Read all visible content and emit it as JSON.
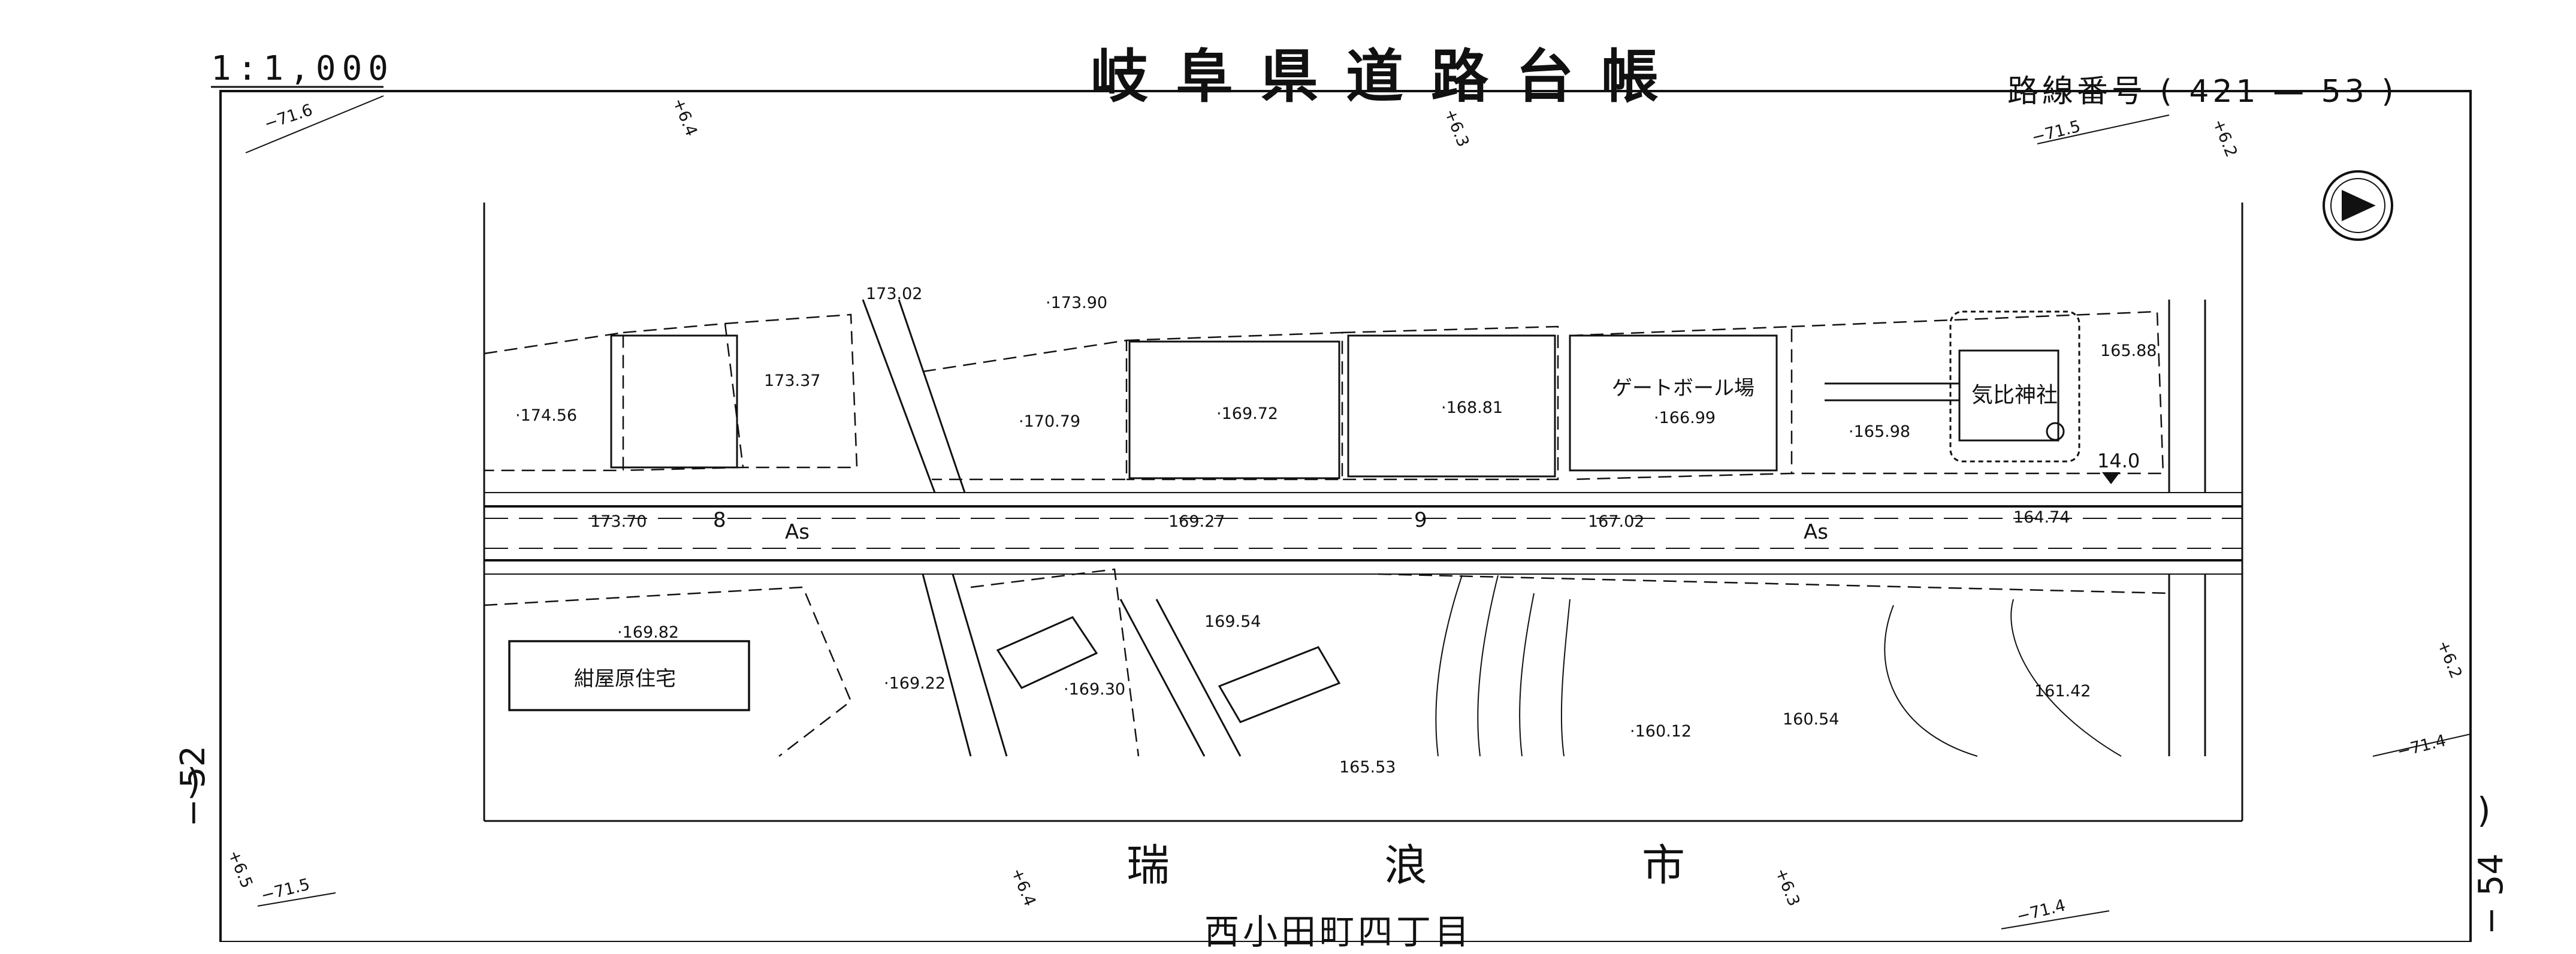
{
  "header": {
    "scale": "1:1,000",
    "title": "岐阜県道路台帳",
    "route_label": "路線番号",
    "route_number": "(  421 — 53  )"
  },
  "footer": {
    "city": "瑞浪市",
    "city_chars": [
      "瑞",
      "浪",
      "市"
    ],
    "district": "西小田町四丁目"
  },
  "sheet_neighbors": {
    "left": "− 52",
    "left_paren": ")",
    "right": "− 54",
    "right_paren": ")"
  },
  "place_labels": {
    "gateball": "ゲートボール場",
    "shrine": "気比神社",
    "housing": "紺屋原住宅"
  },
  "road_labels": {
    "km_left": "8",
    "km_mid": "9",
    "surface_left": "As",
    "surface_right": "As",
    "station_mark": "14.0"
  },
  "road_elevations": {
    "e1": "173.70",
    "e2": "169.27",
    "e3": "167.02",
    "e4": "164.74"
  },
  "spot_elevations": {
    "s1": "173.02",
    "s2": "·173.90",
    "s3": "·174.56",
    "s4": "173.37",
    "s5": "·170.79",
    "s6": "·169.72",
    "s7": "·168.81",
    "s8": "·166.99",
    "s9": "·165.98",
    "s10": "165.88",
    "s11": "·169.82",
    "s12": "·169.22",
    "s13": "·169.30",
    "s14": "169.54",
    "s15": "165.53",
    "s16": "·160.12",
    "s17": "160.54",
    "s18": "161.42"
  },
  "offsets": {
    "top_left_a": "−71.6",
    "top_a": "+6.4",
    "top_b": "+6.3",
    "top_right_a": "−71.5",
    "top_right_b": "+6.2",
    "right_a": "+6.2",
    "right_b": "−71.4",
    "bottom_left_a": "+6.5",
    "bottom_left_b": "−71.5",
    "bottom_a": "+6.4",
    "bottom_b": "+6.3",
    "bottom_c": "−71.4"
  },
  "colors": {
    "ink": "#111111",
    "paper": "#ffffff"
  }
}
